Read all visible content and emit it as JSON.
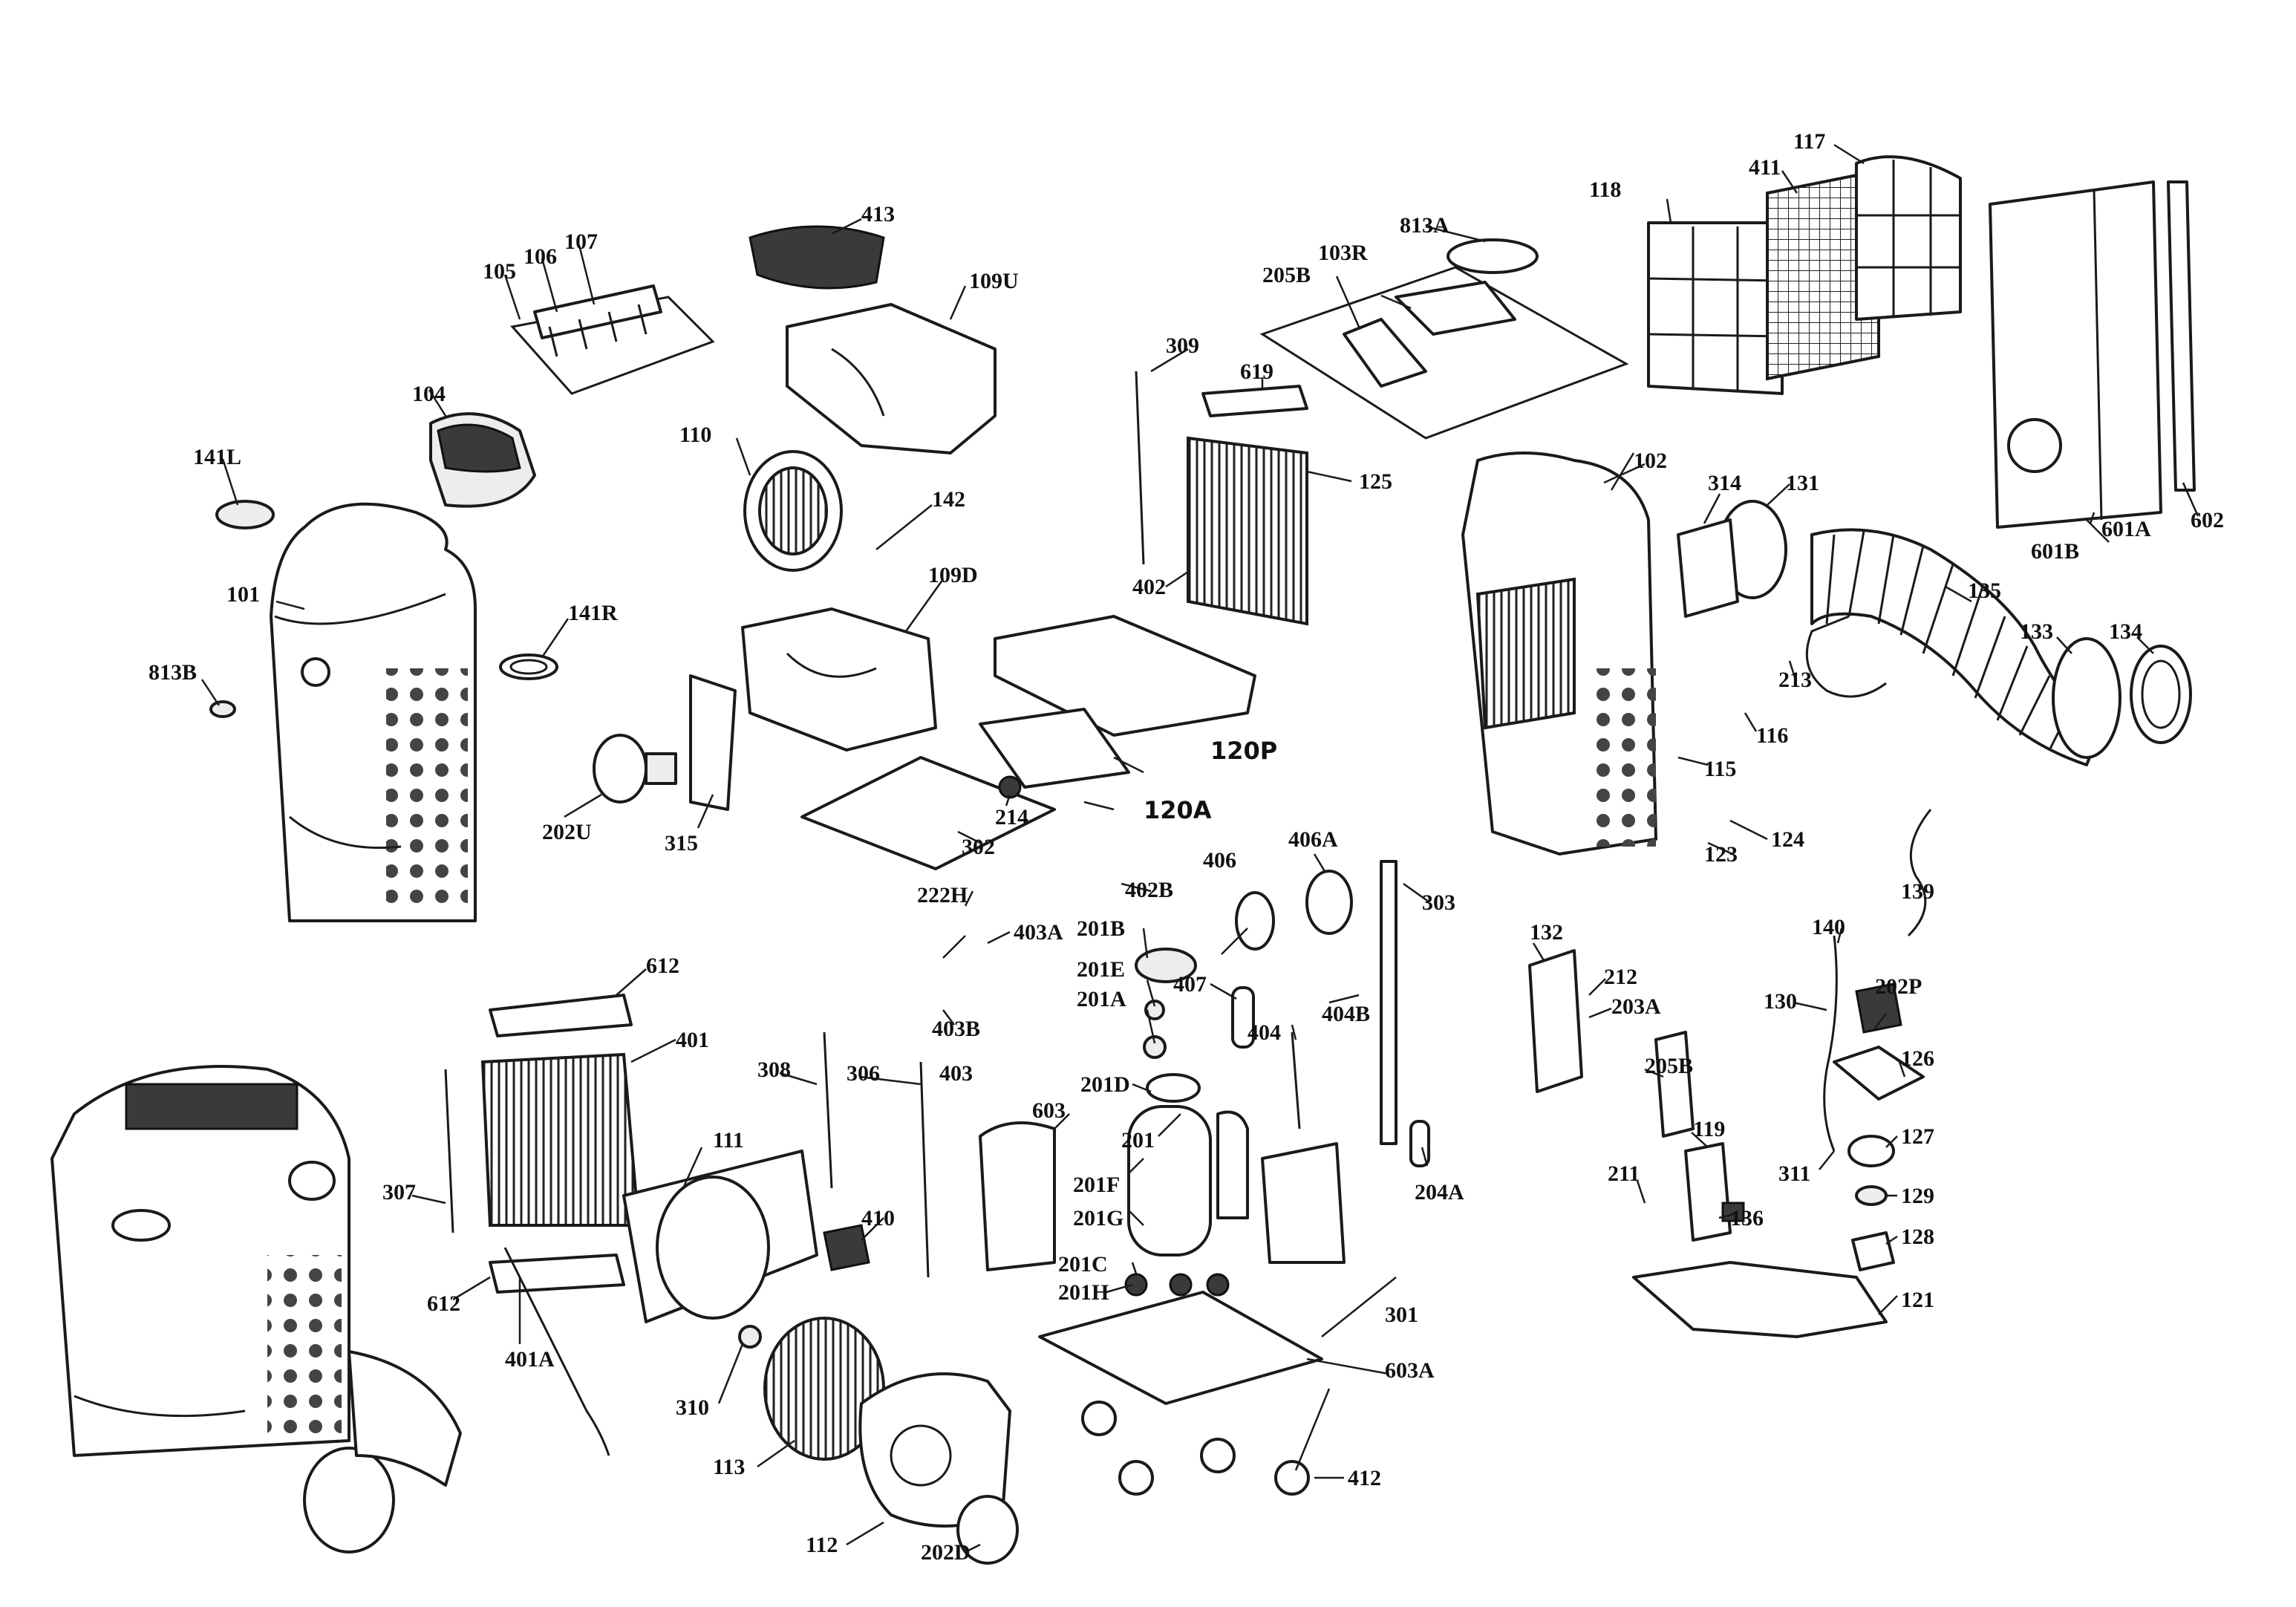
{
  "diagram": {
    "labels": {
      "p101": "101",
      "p102": "102",
      "p103R": "103R",
      "p104": "104",
      "p105": "105",
      "p106": "106",
      "p107": "107",
      "p109U": "109U",
      "p109D": "109D",
      "p110": "110",
      "p111": "111",
      "p112": "112",
      "p113": "113",
      "p115": "115",
      "p116": "116",
      "p117": "117",
      "p118": "118",
      "p119": "119",
      "p120P": "120P",
      "p120A": "120A",
      "p121": "121",
      "p123": "123",
      "p124": "124",
      "p125": "125",
      "p126": "126",
      "p127": "127",
      "p128": "128",
      "p129": "129",
      "p130": "130",
      "p131": "131",
      "p132": "132",
      "p133": "133",
      "p134": "134",
      "p135": "135",
      "p136": "136",
      "p139": "139",
      "p140": "140",
      "p141L": "141L",
      "p141R": "141R",
      "p142": "142",
      "p201": "201",
      "p201A": "201A",
      "p201B": "201B",
      "p201C": "201C",
      "p201D": "201D",
      "p201E": "201E",
      "p201F": "201F",
      "p201G": "201G",
      "p201H": "201H",
      "p202U": "202U",
      "p202D": "202D",
      "p202P": "202P",
      "p203A": "203A",
      "p204A": "204A",
      "p205B_top": "205B",
      "p205B": "205B",
      "p211": "211",
      "p212": "212",
      "p213": "213",
      "p214": "214",
      "p222H": "222H",
      "p301": "301",
      "p302": "302",
      "p303": "303",
      "p306": "306",
      "p307": "307",
      "p308": "308",
      "p309": "309",
      "p310": "310",
      "p311": "311",
      "p314": "314",
      "p315": "315",
      "p401": "401",
      "p401A": "401A",
      "p402": "402",
      "p402B": "402B",
      "p403": "403",
      "p403A": "403A",
      "p403B": "403B",
      "p404": "404",
      "p404B": "404B",
      "p406": "406",
      "p406A": "406A",
      "p407": "407",
      "p410": "410",
      "p411": "411",
      "p412": "412",
      "p413": "413",
      "p601A": "601A",
      "p601B": "601B",
      "p602": "602",
      "p603": "603",
      "p603A": "603A",
      "p612a": "612",
      "p612b": "612",
      "p619": "619",
      "p813A": "813A",
      "p813B": "813B"
    }
  }
}
